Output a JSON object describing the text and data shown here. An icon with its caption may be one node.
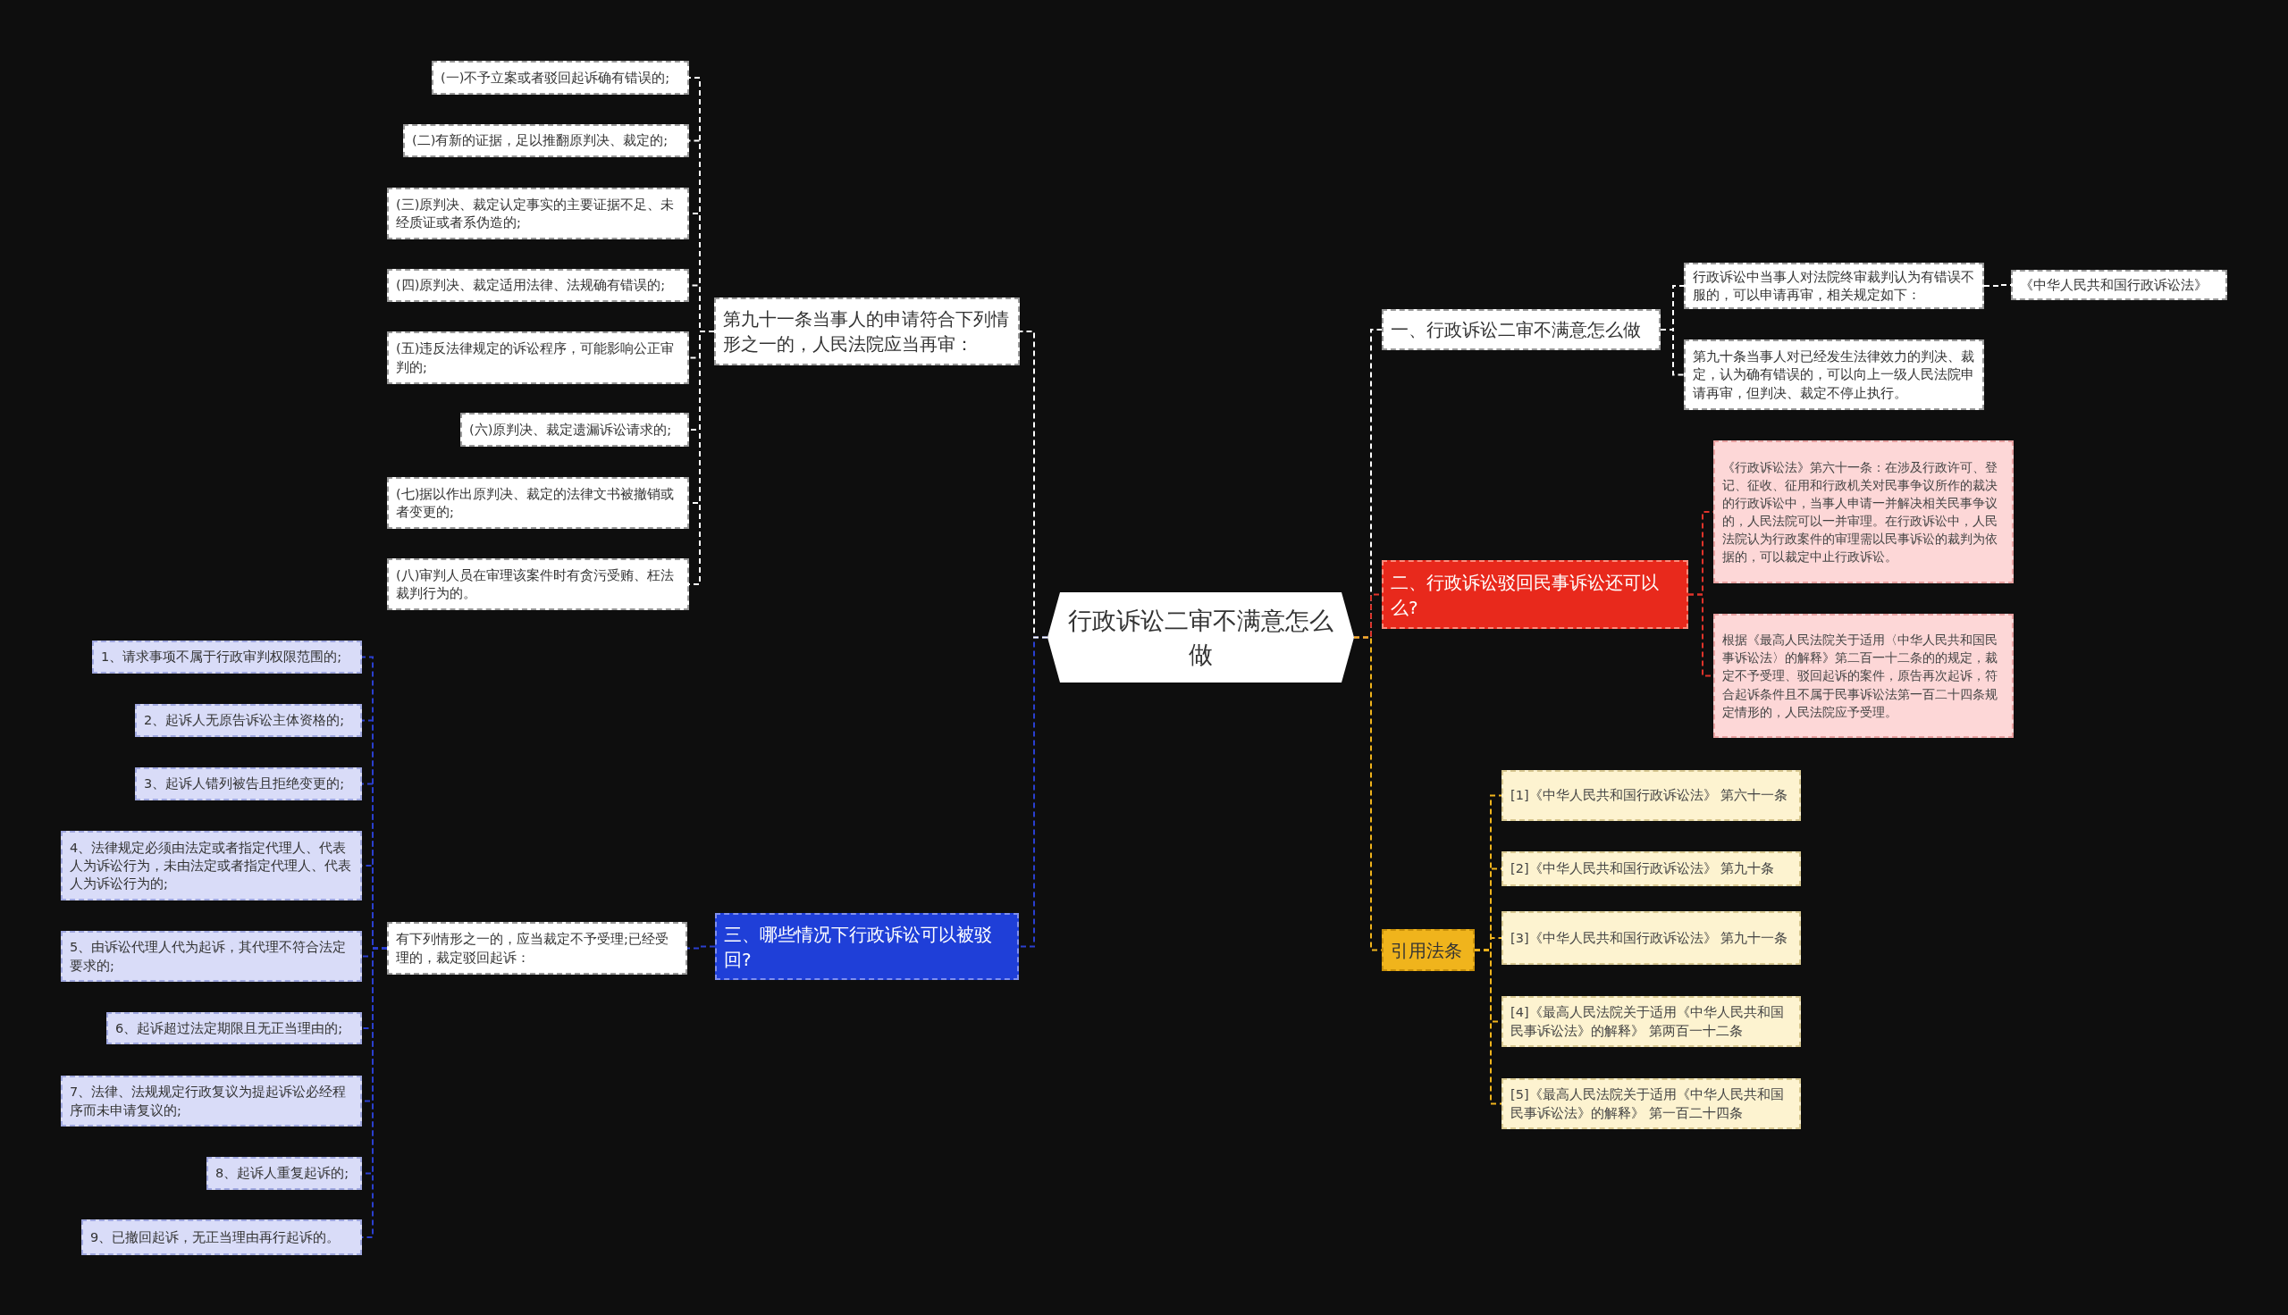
{
  "diagram": {
    "nodes": [
      {
        "text": [
          "行政诉讼二审不满意怎么做"
        ]
      },
      {
        "text": [
          "一、行政诉讼二审不满意怎么做"
        ]
      },
      {
        "text": [
          "行政诉讼中当事人对法院终审裁判认为有错误不服的，可以申请再审，相关规定如下："
        ]
      },
      {
        "text": [
          "《中华人民共和国行政诉讼法》"
        ]
      },
      {
        "text": [
          "第九十条当事人对已经发生法律效力的判决、裁定，认为确有错误的，可以向上一级人民法院申请再审，但判决、裁定不停止执行。"
        ]
      },
      {
        "text": [
          "二、行政诉讼驳回民事诉讼还可以么?"
        ]
      },
      {
        "text": [
          "《行政诉讼法》第六十一条：在涉及行政许可、登记、征收、征用和行政机关对民事争议所作的裁决的行政诉讼中，当事人申请一并解决相关民事争议的，人民法院可以一并审理。在行政诉讼中，人民法院认为行政案件的审理需以民事诉讼的裁判为依据的，可以裁定中止行政诉讼。"
        ]
      },
      {
        "text": [
          "根据《最高人民法院关于适用〈中华人民共和国民事诉讼法〉的解释》第二百一十二条的的规定，裁定不予受理、驳回起诉的案件，原告再次起诉，符合起诉条件且不属于民事诉讼法第一百二十四条规定情形的，人民法院应予受理。"
        ]
      },
      {
        "text": [
          "引用法条"
        ]
      },
      {
        "text": [
          "[1]《中华人民共和国行政诉讼法》 第六十一条"
        ]
      },
      {
        "text": [
          "[2]《中华人民共和国行政诉讼法》 第九十条"
        ]
      },
      {
        "text": [
          "[3]《中华人民共和国行政诉讼法》 第九十一条"
        ]
      },
      {
        "text": [
          "[4]《最高人民法院关于适用《中华人民共和国民事诉讼法》的解释》 第两百一十二条"
        ]
      },
      {
        "text": [
          "[5]《最高人民法院关于适用《中华人民共和国民事诉讼法》的解释》 第一百二十四条"
        ]
      },
      {
        "text": [
          "三、哪些情况下行政诉讼可以被驳回?"
        ]
      },
      {
        "text": [
          "有下列情形之一的，应当裁定不予受理;已经受理的，裁定驳回起诉："
        ]
      },
      {
        "text": [
          "1、请求事项不属于行政审判权限范围的;"
        ]
      },
      {
        "text": [
          "2、起诉人无原告诉讼主体资格的;"
        ]
      },
      {
        "text": [
          "3、起诉人错列被告且拒绝变更的;"
        ]
      },
      {
        "text": [
          "4、法律规定必须由法定或者指定代理人、代表人为诉讼行为，未由法定或者指定代理人、代表人为诉讼行为的;"
        ]
      },
      {
        "text": [
          "5、由诉讼代理人代为起诉，其代理不符合法定要求的;"
        ]
      },
      {
        "text": [
          "6、起诉超过法定期限且无正当理由的;"
        ]
      },
      {
        "text": [
          "7、法律、法规规定行政复议为提起诉讼必经程序而未申请复议的;"
        ]
      },
      {
        "text": [
          "8、起诉人重复起诉的;"
        ]
      },
      {
        "text": [
          "9、已撤回起诉，无正当理由再行起诉的。"
        ]
      },
      {
        "text": [
          "第九十一条当事人的申请符合下列情形之一的，人民法院应当再审："
        ]
      },
      {
        "text": [
          "(一)不予立案或者驳回起诉确有错误的;"
        ]
      },
      {
        "text": [
          "(二)有新的证据，足以推翻原判决、裁定的;"
        ]
      },
      {
        "text": [
          "(三)原判决、裁定认定事实的主要证据不足、未经质证或者系伪造的;"
        ]
      },
      {
        "text": [
          "(四)原判决、裁定适用法律、法规确有错误的;"
        ]
      },
      {
        "text": [
          "(五)违反法律规定的诉讼程序，可能影响公正审判的;"
        ]
      },
      {
        "text": [
          "(六)原判决、裁定遗漏诉讼请求的;"
        ]
      },
      {
        "text": [
          "(七)据以作出原判决、裁定的法律文书被撤销或者变更的;"
        ]
      },
      {
        "text": [
          "(八)审判人员在审理该案件时有贪污受贿、枉法裁判行为的。"
        ]
      }
    ],
    "edges": [
      {
        "from": 0,
        "to": 1,
        "arrow": "none",
        "style": "dashed"
      },
      {
        "from": 1,
        "to": 2,
        "arrow": "none",
        "style": "dashed"
      },
      {
        "from": 2,
        "to": 3,
        "arrow": "none",
        "style": "dashed"
      },
      {
        "from": 1,
        "to": 4,
        "arrow": "none",
        "style": "dashed"
      },
      {
        "from": 0,
        "to": 5,
        "arrow": "none",
        "style": "dashed",
        "color": "#e0332a"
      },
      {
        "from": 5,
        "to": 6,
        "arrow": "none",
        "style": "dashed",
        "color": "#e0332a"
      },
      {
        "from": 5,
        "to": 7,
        "arrow": "none",
        "style": "dashed",
        "color": "#e0332a"
      },
      {
        "from": 0,
        "to": 8,
        "arrow": "none",
        "style": "dashed",
        "color": "#f0b41c"
      },
      {
        "from": 8,
        "to": 9,
        "arrow": "none",
        "style": "dashed",
        "color": "#f0b41c"
      },
      {
        "from": 8,
        "to": 10,
        "arrow": "none",
        "style": "dashed",
        "color": "#f0b41c"
      },
      {
        "from": 8,
        "to": 11,
        "arrow": "none",
        "style": "dashed",
        "color": "#f0b41c"
      },
      {
        "from": 8,
        "to": 12,
        "arrow": "none",
        "style": "dashed",
        "color": "#f0b41c"
      },
      {
        "from": 8,
        "to": 13,
        "arrow": "none",
        "style": "dashed",
        "color": "#f0b41c"
      },
      {
        "from": 0,
        "to": 14,
        "arrow": "none",
        "style": "dashed",
        "color": "#2a3fd0"
      },
      {
        "from": 14,
        "to": 15,
        "arrow": "none",
        "style": "dashed",
        "color": "#2a3fd0"
      },
      {
        "from": 15,
        "to": 16,
        "arrow": "none",
        "style": "dashed",
        "color": "#2a3fd0"
      },
      {
        "from": 15,
        "to": 17,
        "arrow": "none",
        "style": "dashed",
        "color": "#2a3fd0"
      },
      {
        "from": 15,
        "to": 18,
        "arrow": "none",
        "style": "dashed",
        "color": "#2a3fd0"
      },
      {
        "from": 15,
        "to": 19,
        "arrow": "none",
        "style": "dashed",
        "color": "#2a3fd0"
      },
      {
        "from": 15,
        "to": 20,
        "arrow": "none",
        "style": "dashed",
        "color": "#2a3fd0"
      },
      {
        "from": 15,
        "to": 21,
        "arrow": "none",
        "style": "dashed",
        "color": "#2a3fd0"
      },
      {
        "from": 15,
        "to": 22,
        "arrow": "none",
        "style": "dashed",
        "color": "#2a3fd0"
      },
      {
        "from": 15,
        "to": 23,
        "arrow": "none",
        "style": "dashed",
        "color": "#2a3fd0"
      },
      {
        "from": 15,
        "to": 24,
        "arrow": "none",
        "style": "dashed",
        "color": "#2a3fd0"
      },
      {
        "from": 0,
        "to": 25,
        "arrow": "none",
        "style": "dashed"
      },
      {
        "from": 25,
        "to": 26,
        "arrow": "none",
        "style": "dashed"
      },
      {
        "from": 25,
        "to": 27,
        "arrow": "none",
        "style": "dashed"
      },
      {
        "from": 25,
        "to": 28,
        "arrow": "none",
        "style": "dashed"
      },
      {
        "from": 25,
        "to": 29,
        "arrow": "none",
        "style": "dashed"
      },
      {
        "from": 25,
        "to": 30,
        "arrow": "none",
        "style": "dashed"
      },
      {
        "from": 25,
        "to": 31,
        "arrow": "none",
        "style": "dashed"
      },
      {
        "from": 25,
        "to": 32,
        "arrow": "none",
        "style": "dashed"
      },
      {
        "from": 25,
        "to": 33,
        "arrow": "none",
        "style": "dashed"
      }
    ]
  }
}
